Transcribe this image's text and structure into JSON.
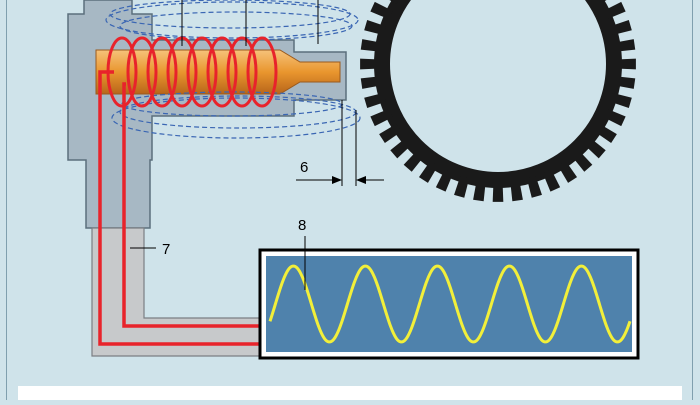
{
  "labels": {
    "gap": "6",
    "cable": "7",
    "signal": "8"
  },
  "colors": {
    "background": "#cfe3ea",
    "sensor_body": "#a7b8c4",
    "sensor_outline": "#5b6f7c",
    "coil": "#e8232b",
    "core": "#e9962e",
    "field_lines": "#3a66b3",
    "tone_wheel": "#1a1a1a",
    "oscilloscope_screen": "#4f82ac",
    "signal_wave": "#f2ef3a"
  },
  "icons": {
    "tone_wheel": "toothed-reluctor-ring",
    "sensor": "inductive-pickup-sensor",
    "oscilloscope": "oscilloscope-display"
  },
  "signal": {
    "type": "sine",
    "cycles": 5
  },
  "tone_wheel": {
    "teeth": 44
  }
}
